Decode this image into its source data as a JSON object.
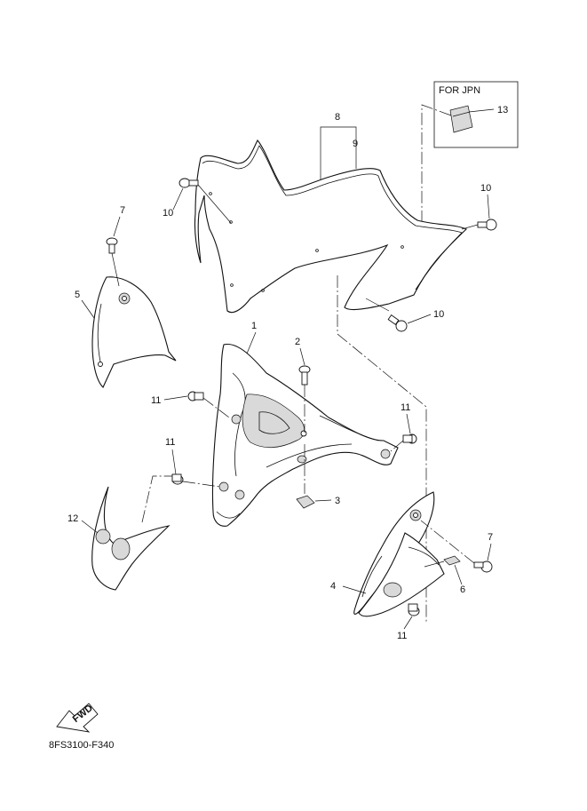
{
  "inset": {
    "label": "FOR JPN"
  },
  "callouts": {
    "p1": "1",
    "p2": "2",
    "p3": "3",
    "p4": "4",
    "p5": "5",
    "p6": "6",
    "p7a": "7",
    "p7b": "7",
    "p8": "8",
    "p9": "9",
    "p10a": "10",
    "p10b": "10",
    "p10c": "10",
    "p11a": "11",
    "p11b": "11",
    "p11c": "11",
    "p11d": "11",
    "p12": "12",
    "p13": "13"
  },
  "fwd_label": "FWD",
  "diagram_code": "8FS3100-F340"
}
